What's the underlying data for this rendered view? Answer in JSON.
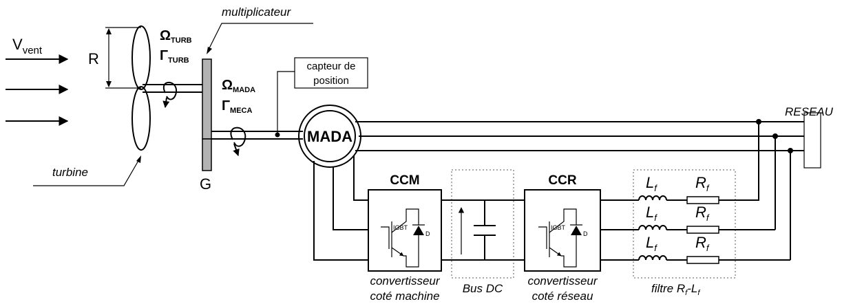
{
  "wind": {
    "label_main": "V",
    "label_sub": "vent"
  },
  "turbine": {
    "radius_label": "R",
    "callout": "turbine"
  },
  "gearbox": {
    "callout": "multiplicateur",
    "label_G": "G",
    "omega_turb": "Ω",
    "omega_turb_sub": "TURB",
    "gamma_turb": "Γ",
    "gamma_turb_sub": "TURB",
    "omega_mada": "Ω",
    "omega_mada_sub": "MADA",
    "gamma_meca": "Γ",
    "gamma_meca_sub": "MECA"
  },
  "sensor": {
    "line1": "capteur de",
    "line2": "position"
  },
  "machine": {
    "label": "MADA"
  },
  "grid": {
    "label": "RESEAU"
  },
  "ccm": {
    "title": "CCM",
    "caption1": "convertisseur",
    "caption2": "coté machine",
    "igbt": "IGBT",
    "diode": "D"
  },
  "bus": {
    "caption": "Bus DC"
  },
  "ccr": {
    "title": "CCR",
    "caption1": "convertisseur",
    "caption2": "coté réseau",
    "igbt": "IGBT",
    "diode": "D"
  },
  "filter": {
    "inductor_main": "L",
    "inductor_sub": "f",
    "resistor_main": "R",
    "resistor_sub": "f",
    "caption_prefix": "filtre R",
    "caption_sub1": "f",
    "caption_mid": "-L",
    "caption_sub2": "f"
  }
}
